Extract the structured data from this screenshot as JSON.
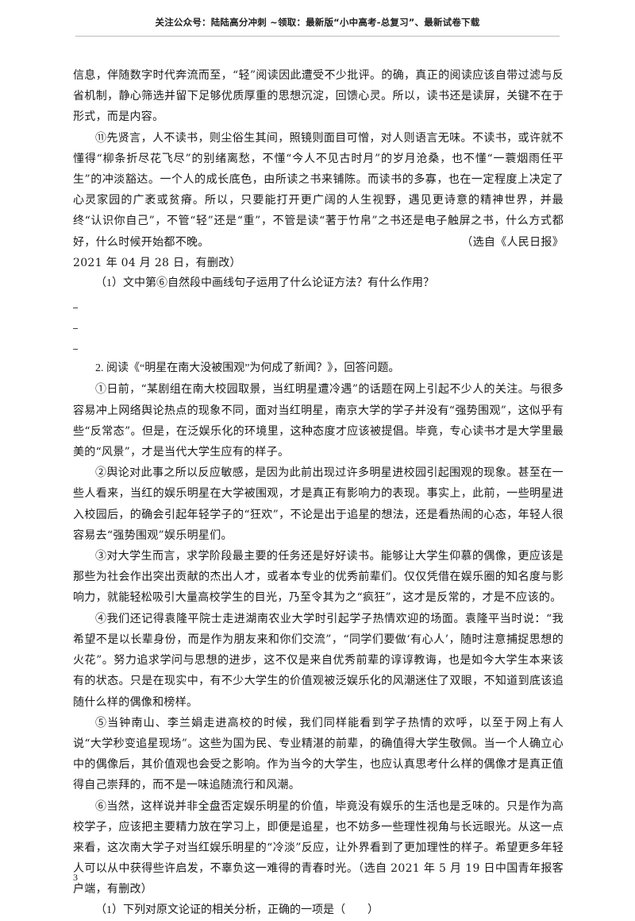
{
  "header": {
    "text": "关注公众号：陆陆高分冲刺  ~领取：最新版“小中高考-总复习”、最新试卷下载"
  },
  "passage1": {
    "para_continue": "信息，伴随数字时代奔流而至，“轻”阅读因此遭受不少批评。的确，真正的阅读应该自带过滤与反省机制，静心筛选并留下足够优质厚重的思想沉淀，回馈心灵。所以，读书还是读屏，关键不在于形式，而是内容。",
    "para11": "⑪先贤言，人不读书，则尘俗生其间，照镜则面目可憎，对人则语言无味。不读书，或许就不懂得“柳条折尽花飞尽”的别绪离愁，不懂“今人不见古时月”的岁月沧桑，也不懂“一蓑烟雨任平生”的冲淡豁达。一个人的成长底色，由所读之书来铺陈。而读书的多寡，也在一定程度上决定了心灵家园的广袤或贫瘠。所以，只要能打开更广阔的人生视野，遇见更诗意的精神世界，并最终“认识你自己”，不管“轻”还是“重”，不管是读“著于竹帛”之书还是电子触屏之书，什么方式都好，什么时候开始都不晚。",
    "source_right": "（选自《人民日报》",
    "source_date": "2021 年 04 月 28 日，有删改）",
    "question": "（1）文中第⑥自然段中画线句子运用了什么论证方法？有什么作用？"
  },
  "passage2": {
    "intro": "2. 阅读《“明星在南大没被围观”为何成了新闻？》，回答问题。",
    "p1": "①日前，“某剧组在南大校园取景，当红明星遭冷遇”的话题在网上引起不少人的关注。与很多容易冲上网络舆论热点的现象不同，面对当红明星，南京大学的学子并没有“强势围观”，这似乎有些“反常态”。但是，在泛娱乐化的环境里，这种态度才应该被提倡。毕竟，专心读书才是大学里最美的“风景”，才是当代大学生应有的样子。",
    "p2": "②舆论对此事之所以反应敏感，是因为此前出现过许多明星进校园引起围观的现象。甚至在一些人看来，当红的娱乐明星在大学被围观，才是真正有影响力的表现。事实上，此前，一些明星进入校园后，的确会引起年轻学子的“狂欢”，不论是出于追星的想法，还是看热闹的心态，年轻人很容易去“强势围观”娱乐明星们。",
    "p3": "③对大学生而言，求学阶段最主要的任务还是好好读书。能够让大学生仰慕的偶像，更应该是那些为社会作出突出贡献的杰出人才，或者本专业的优秀前辈们。仅仅凭借在娱乐圈的知名度与影响力，就能轻松吸引大量高校学生的目光，乃至令其为之“疯狂”，这才是反常的，才是不应该的。",
    "p4": "④我们还记得袁隆平院士走进湖南农业大学时引起学子热情欢迎的场面。袁隆平当时说：“我希望不是以长辈身份，而是作为朋友来和你们交流”，“同学们要做‘有心人’，随时注意捕捉思想的火花”。努力追求学问与思想的进步，这不仅是来自优秀前辈的谆谆教诲，也是如今大学生本来该有的状态。只是在现实中，有不少大学生的价值观被泛娱乐化的风潮迷住了双眼，不知道到底该追随什么样的偶像和榜样。",
    "p5": "⑤当钟南山、李兰娟走进高校的时候，我们同样能看到学子热情的欢呼，以至于网上有人说“大学秒变追星现场”。这些为国为民、专业精湛的前辈，的确值得大学生敬佩。当一个人确立心中的偶像后，其价值观也会受之影响。作为当今的大学生，也应认真思考什么样的偶像才是真正值得自己崇拜的，而不是一味追随流行和风潮。",
    "p6": "⑥当然，这样说并非全盘否定娱乐明星的价值，毕竟没有娱乐的生活也是乏味的。只是作为高校学子，应该把主要精力放在学习上，即便是追星，也不妨多一些理性视角与长远眼光。从这一点来看，这次南大学子对当红娱乐明星的“冷淡”反应，让外界看到了更加理性的样子。希望更多年轻人可以从中获得些许启发，不辜负这一难得的青春时光。（选自 2021 年 5 月 19 日中国青年报客户端，有删改）",
    "question": "（1）下列对原文论证的相关分析，正确的一项是（　　）"
  },
  "page_number": "3"
}
